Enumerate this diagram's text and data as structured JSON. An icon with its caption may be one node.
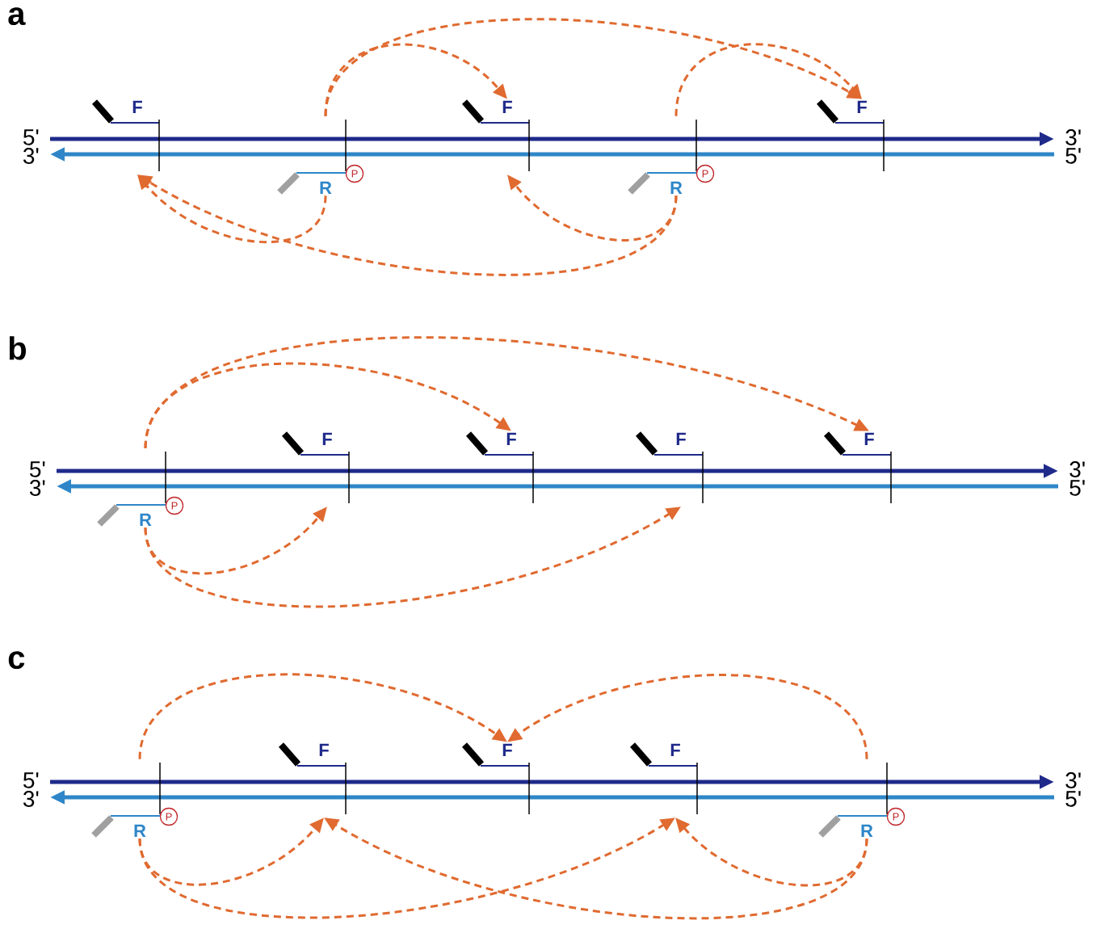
{
  "diagram": {
    "nodes": [
      {
        "text": [
          "F"
        ]
      },
      {
        "text": [
          "R"
        ]
      },
      {
        "text": [
          "P"
        ]
      },
      {
        "text": [
          "F"
        ]
      },
      {
        "text": [
          "R"
        ]
      },
      {
        "text": [
          "P"
        ]
      },
      {
        "text": [
          "F"
        ]
      },
      {
        "text": [
          "R"
        ]
      },
      {
        "text": [
          "P"
        ]
      },
      {
        "text": [
          "F"
        ]
      },
      {
        "text": [
          "F"
        ]
      },
      {
        "text": [
          "F"
        ]
      },
      {
        "text": [
          "F"
        ]
      },
      {
        "text": [
          "R"
        ]
      },
      {
        "text": [
          "P"
        ]
      },
      {
        "text": [
          "F"
        ]
      },
      {
        "text": [
          "F"
        ]
      },
      {
        "text": [
          "F"
        ]
      },
      {
        "text": [
          "R"
        ]
      },
      {
        "text": [
          "P"
        ]
      }
    ],
    "edges": [
      {
        "from": 1,
        "to": 3,
        "arrow": "to"
      },
      {
        "from": 1,
        "to": 6,
        "arrow": "to"
      },
      {
        "from": 1,
        "to": 0,
        "arrow": "to"
      },
      {
        "from": 4,
        "to": 6,
        "arrow": "to"
      },
      {
        "from": 4,
        "to": 3,
        "arrow": "to"
      },
      {
        "from": 4,
        "to": 0,
        "arrow": "to"
      },
      {
        "from": 7,
        "to": 10,
        "arrow": "to"
      },
      {
        "from": 7,
        "to": 12,
        "arrow": "to"
      },
      {
        "from": 7,
        "to": 9,
        "arrow": "to"
      },
      {
        "from": 7,
        "to": 11,
        "arrow": "to"
      },
      {
        "from": 13,
        "to": 16,
        "arrow": "to"
      },
      {
        "from": 18,
        "to": 16,
        "arrow": "to"
      },
      {
        "from": 13,
        "to": 15,
        "arrow": "to"
      },
      {
        "from": 13,
        "to": 17,
        "arrow": "to"
      },
      {
        "from": 18,
        "to": 17,
        "arrow": "to"
      },
      {
        "from": 18,
        "to": 15,
        "arrow": "to"
      }
    ],
    "labels": [
      "a",
      "5'",
      "3'",
      "3'",
      "5'",
      "b",
      "5'",
      "3'",
      "3'",
      "5'",
      "c",
      "5'",
      "3'",
      "3'",
      "5'"
    ]
  }
}
